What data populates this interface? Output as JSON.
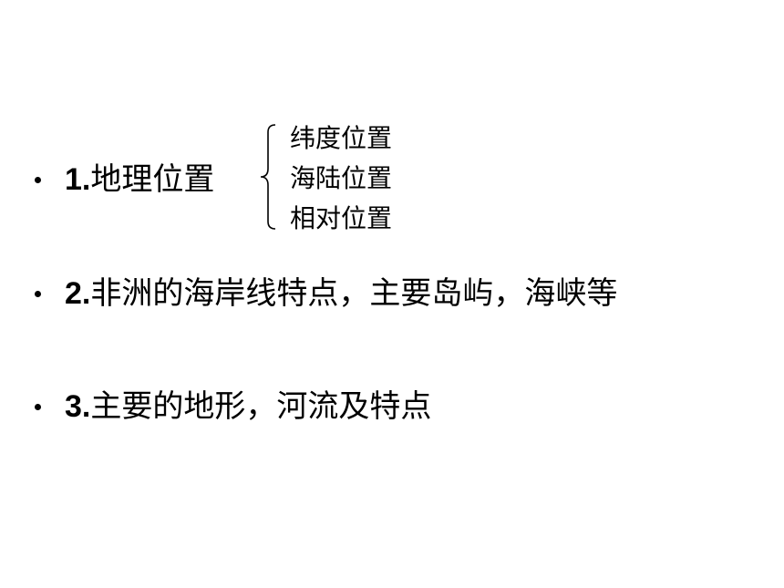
{
  "items": [
    {
      "number": "1.",
      "text": "地理位置"
    },
    {
      "number": "2.",
      "text": "非洲的海岸线特点，主要岛屿，海峡等"
    },
    {
      "number": "3.",
      "text": "主要的地形，河流及特点"
    }
  ],
  "sub_items": [
    "纬度位置",
    "海陆位置",
    "相对位置"
  ]
}
